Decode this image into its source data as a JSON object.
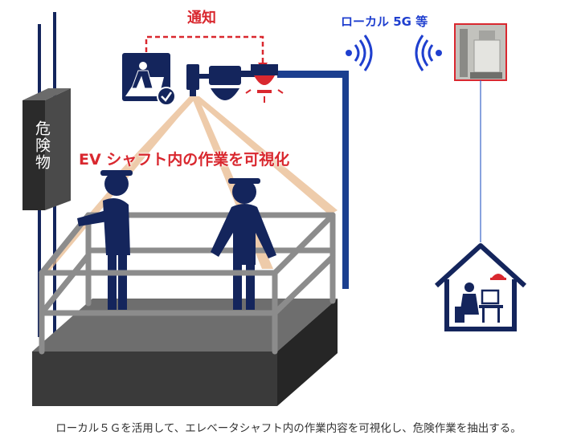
{
  "labels": {
    "notify": "通知",
    "local_5g": "ローカル 5G 等",
    "ev_shaft": "EV シャフト内の作業を可視化",
    "hazard_box": "危険物"
  },
  "caption": "ローカル５Ｇを活用して、エレベータシャフト内の作業内容を可視化し、危険作業を抽出する。",
  "colors": {
    "navy": "#14255c",
    "frame_blue": "#1b3f8f",
    "alert_red": "#d9282f",
    "label_blue": "#1f3fcf",
    "beam": "#e8b88a",
    "rail": "#8c8c8c",
    "platform": "#3a3a3a"
  },
  "icons": [
    "worker-check-icon",
    "camera-icon",
    "dome-camera-icon",
    "siren-icon",
    "wireless-signal-icon",
    "base-station-photo",
    "office-house-icon"
  ]
}
